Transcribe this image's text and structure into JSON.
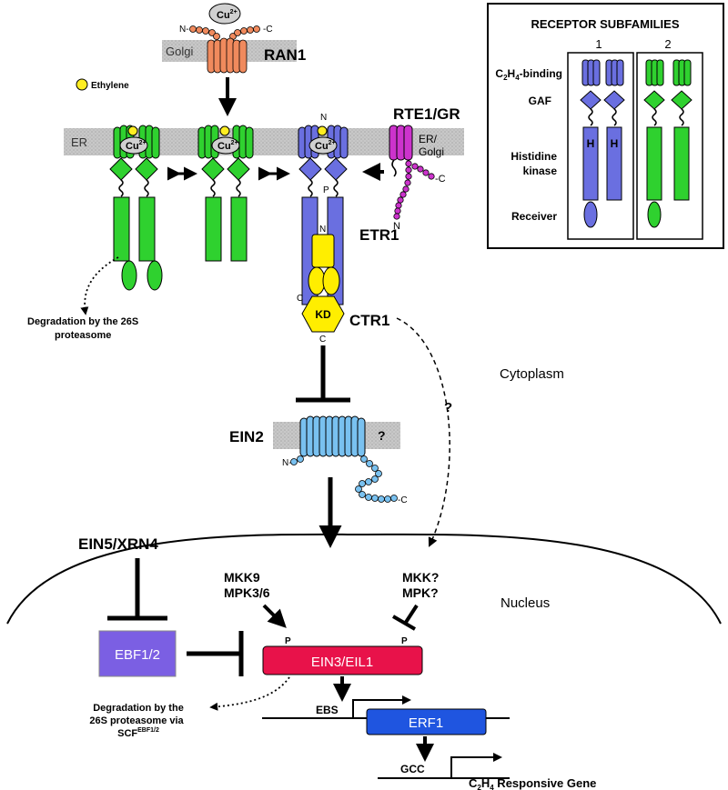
{
  "colors": {
    "receptor_subfamily1": "#6a6fe0",
    "receptor_subfamily2": "#2fd12f",
    "ran1": "#f08a5d",
    "rte1": "#cc33cc",
    "ctr1": "#ffee00",
    "ein2": "#79c1f0",
    "ethylene": "#ffee22",
    "ein3": "#e8124a",
    "ebf": "#7b5fe3",
    "erf1": "#1f55e0",
    "membrane": "#cccccc"
  },
  "legend": {
    "title": "RECEPTOR SUBFAMILIES",
    "col1": "1",
    "col2": "2",
    "c2h4_binding": {
      "base": "C",
      "sub1": "2",
      "mid": "H",
      "sub2": "4",
      "tail": "-binding"
    },
    "gaf": "GAF",
    "histidine": "Histidine",
    "kinase": "kinase",
    "receiver": "Receiver",
    "h": "H"
  },
  "labels": {
    "cu": "Cu",
    "cu_sup": "2+",
    "golgi": "Golgi",
    "ran1": "RAN1",
    "ethylene": "Ethylene",
    "n": "N",
    "c": "C",
    "er": "ER",
    "er_golgi_1": "ER/",
    "er_golgi_2": "Golgi",
    "rte1": "RTE1/GR",
    "p": "P",
    "etr1": "ETR1",
    "kd": "KD",
    "ctr1": "CTR1",
    "degradation_1": "Degradation by the 26S",
    "degradation_2": "proteasome",
    "cytoplasm": "Cytoplasm",
    "question": "?",
    "ein2": "EIN2",
    "ein5": "EIN5/XRN4",
    "nucleus": "Nucleus",
    "mkk9": "MKK9",
    "mpk36": "MPK3/6",
    "mkkq": "MKK?",
    "mpkq": "MPK?",
    "ebf": "EBF1/2",
    "ein3": "EIN3/EIL1",
    "deg2_1": "Degradation by the",
    "deg2_2": "26S proteasome via",
    "deg2_3": "SCF",
    "deg2_sup": "EBF1/2",
    "ebs": "EBS",
    "erf1": "ERF1",
    "gcc": "GCC",
    "responsive": {
      "base": "C",
      "sub1": "2",
      "mid": "H",
      "sub2": "4",
      "tail": " Responsive Gene"
    }
  }
}
